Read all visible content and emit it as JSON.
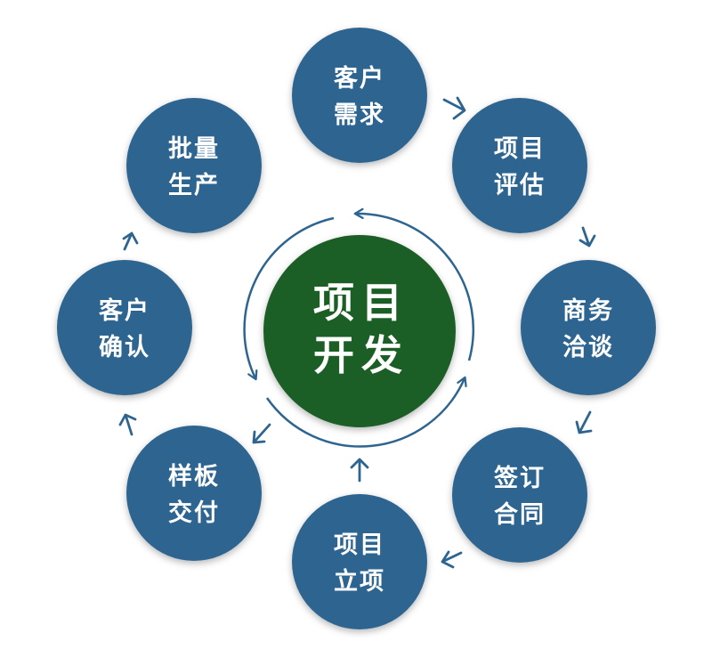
{
  "center": {
    "line1": "项目",
    "line2": "开发",
    "color": "#1e5e27"
  },
  "node_color": "#2d6590",
  "arrow_color": "#2d6590",
  "nodes": [
    {
      "id": "customer-demand",
      "line1": "客户",
      "line2": "需求"
    },
    {
      "id": "project-evaluation",
      "line1": "项目",
      "line2": "评估"
    },
    {
      "id": "business-negotiation",
      "line1": "商务",
      "line2": "洽谈"
    },
    {
      "id": "sign-contract",
      "line1": "签订",
      "line2": "合同"
    },
    {
      "id": "project-initiation",
      "line1": "项目",
      "line2": "立项"
    },
    {
      "id": "sample-delivery",
      "line1": "样板",
      "line2": "交付"
    },
    {
      "id": "customer-confirmation",
      "line1": "客户",
      "line2": "确认"
    },
    {
      "id": "mass-production",
      "line1": "批量",
      "line2": "生产"
    }
  ]
}
